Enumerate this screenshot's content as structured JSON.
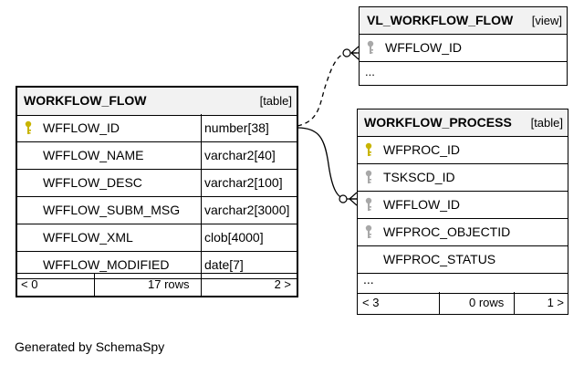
{
  "generated_by": "Generated by SchemaSpy",
  "colors": {
    "primary_key": "#c8b400",
    "foreign_key": "#a8a8a8",
    "header_bg": "#f2f2f2"
  },
  "workflow_flow": {
    "name": "WORKFLOW_FLOW",
    "type": "[table]",
    "columns": [
      {
        "name": "WFFLOW_ID",
        "dtype": "number[38]",
        "key": "primary"
      },
      {
        "name": "WFFLOW_NAME",
        "dtype": "varchar2[40]",
        "key": ""
      },
      {
        "name": "WFFLOW_DESC",
        "dtype": "varchar2[100]",
        "key": ""
      },
      {
        "name": "WFFLOW_SUBM_MSG",
        "dtype": "varchar2[3000]",
        "key": ""
      },
      {
        "name": "WFFLOW_XML",
        "dtype": "clob[4000]",
        "key": ""
      },
      {
        "name": "WFFLOW_MODIFIED",
        "dtype": "date[7]",
        "key": ""
      }
    ],
    "footer": {
      "left": "< 0",
      "center": "17 rows",
      "right": "2 >"
    }
  },
  "vl_workflow_flow": {
    "name": "VL_WORKFLOW_FLOW",
    "type": "[view]",
    "columns": [
      {
        "name": "WFFLOW_ID",
        "key": "foreign"
      }
    ],
    "more": "..."
  },
  "workflow_process": {
    "name": "WORKFLOW_PROCESS",
    "type": "[table]",
    "columns": [
      {
        "name": "WFPROC_ID",
        "key": "primary"
      },
      {
        "name": "TSKSCD_ID",
        "key": "foreign"
      },
      {
        "name": "WFFLOW_ID",
        "key": "foreign"
      },
      {
        "name": "WFPROC_OBJECTID",
        "key": "foreign"
      },
      {
        "name": "WFPROC_STATUS",
        "key": ""
      }
    ],
    "more": "...",
    "footer": {
      "left": "< 3",
      "center": "0 rows",
      "right": "1 >"
    }
  }
}
